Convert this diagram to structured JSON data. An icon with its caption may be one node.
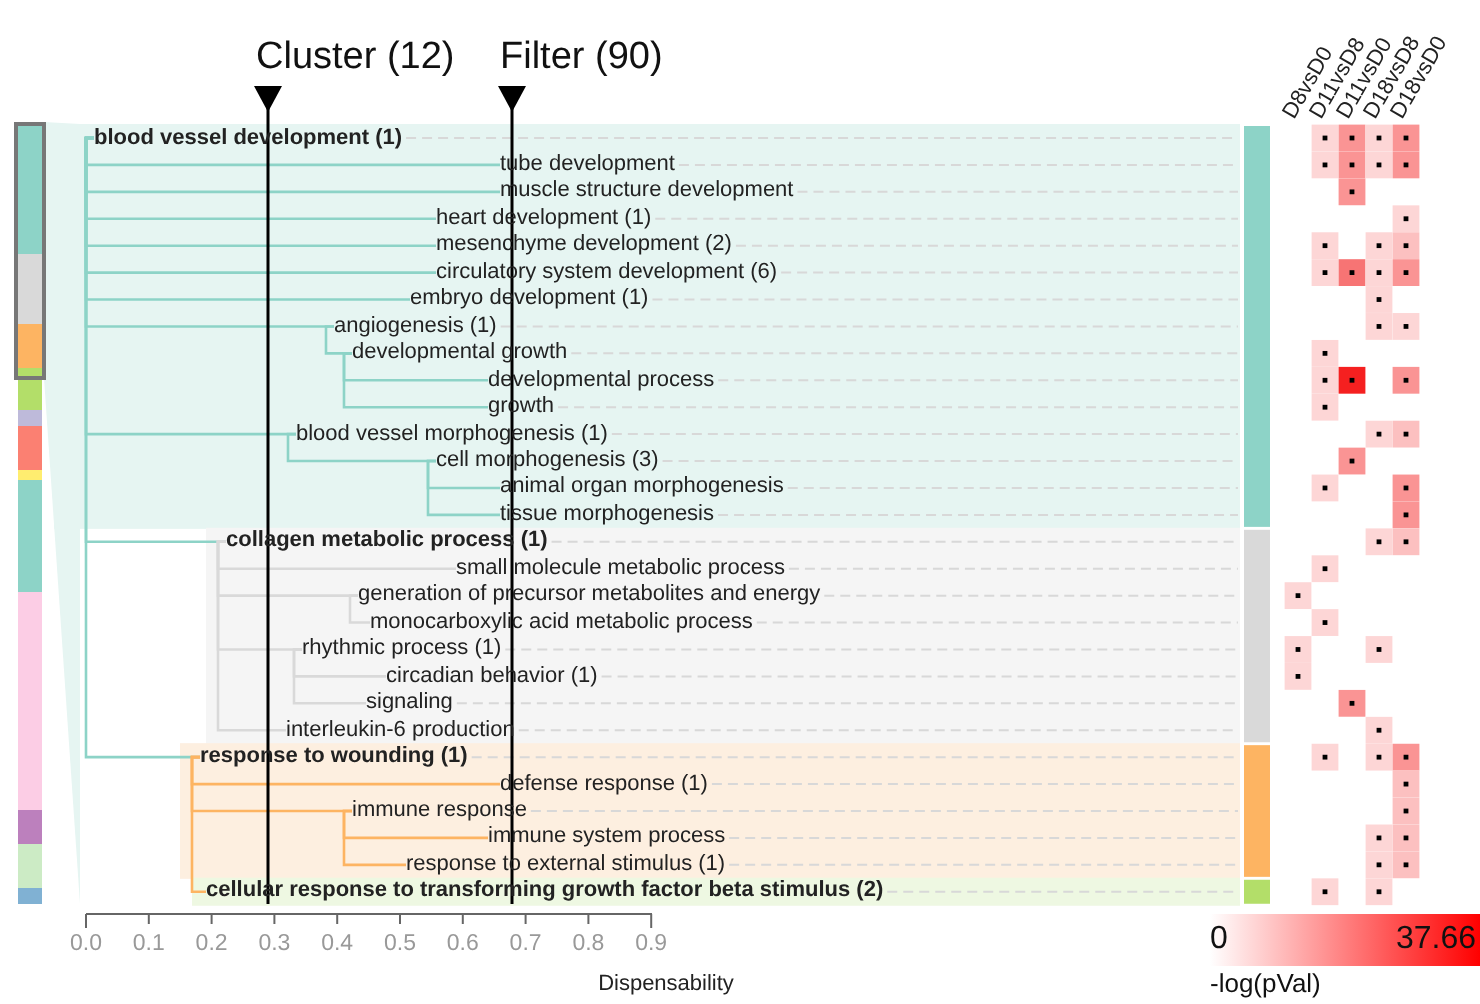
{
  "diagram": {
    "nodes": [
      {
        "text": [
          "blood vessel development (1)"
        ]
      },
      {
        "text": [
          "tube development"
        ]
      },
      {
        "text": [
          "muscle structure development"
        ]
      },
      {
        "text": [
          "heart development (1)"
        ]
      },
      {
        "text": [
          "mesenchyme development (2)"
        ]
      },
      {
        "text": [
          "circulatory system development (6)"
        ]
      },
      {
        "text": [
          "embryo development (1)"
        ]
      },
      {
        "text": [
          "angiogenesis (1)"
        ]
      },
      {
        "text": [
          "developmental growth"
        ]
      },
      {
        "text": [
          "developmental process"
        ]
      },
      {
        "text": [
          "growth"
        ]
      },
      {
        "text": [
          "blood vessel morphogenesis (1)"
        ]
      },
      {
        "text": [
          "cell morphogenesis (3)"
        ]
      },
      {
        "text": [
          "animal organ morphogenesis"
        ]
      },
      {
        "text": [
          "tissue morphogenesis"
        ]
      },
      {
        "text": [
          "collagen metabolic process (1)"
        ]
      },
      {
        "text": [
          "small molecule metabolic process"
        ]
      },
      {
        "text": [
          "generation of precursor metabolites and energy"
        ]
      },
      {
        "text": [
          "monocarboxylic acid metabolic process"
        ]
      },
      {
        "text": [
          "rhythmic process (1)"
        ]
      },
      {
        "text": [
          "circadian behavior (1)"
        ]
      },
      {
        "text": [
          "signaling"
        ]
      },
      {
        "text": [
          "interleukin-6 production"
        ]
      },
      {
        "text": [
          "response to wounding (1)"
        ]
      },
      {
        "text": [
          "defense response (1)"
        ]
      },
      {
        "text": [
          "immune response"
        ]
      },
      {
        "text": [
          "immune system process"
        ]
      },
      {
        "text": [
          "response to external stimulus (1)"
        ]
      },
      {
        "text": [
          "cellular response to transforming growth factor beta stimulus (2)"
        ]
      }
    ],
    "edges": [
      {
        "from": 0,
        "to": 1,
        "arrow": "none"
      },
      {
        "from": 0,
        "to": 2,
        "arrow": "none"
      },
      {
        "from": 0,
        "to": 3,
        "arrow": "none"
      },
      {
        "from": 0,
        "to": 4,
        "arrow": "none"
      },
      {
        "from": 0,
        "to": 5,
        "arrow": "none"
      },
      {
        "from": 0,
        "to": 6,
        "arrow": "none"
      },
      {
        "from": 0,
        "to": 7,
        "arrow": "none"
      },
      {
        "from": 7,
        "to": 8,
        "arrow": "none"
      },
      {
        "from": 8,
        "to": 9,
        "arrow": "none"
      },
      {
        "from": 8,
        "to": 10,
        "arrow": "none"
      },
      {
        "from": 0,
        "to": 11,
        "arrow": "none"
      },
      {
        "from": 11,
        "to": 12,
        "arrow": "none"
      },
      {
        "from": 12,
        "to": 13,
        "arrow": "none"
      },
      {
        "from": 12,
        "to": 14,
        "arrow": "none"
      },
      {
        "from": 0,
        "to": 15,
        "arrow": "none"
      },
      {
        "from": 15,
        "to": 16,
        "arrow": "none",
        "color": "#d9d9d9"
      },
      {
        "from": 15,
        "to": 17,
        "arrow": "none",
        "color": "#d9d9d9"
      },
      {
        "from": 17,
        "to": 18,
        "arrow": "none",
        "color": "#d9d9d9"
      },
      {
        "from": 15,
        "to": 19,
        "arrow": "none",
        "color": "#d9d9d9"
      },
      {
        "from": 19,
        "to": 20,
        "arrow": "none",
        "color": "#d9d9d9"
      },
      {
        "from": 19,
        "to": 21,
        "arrow": "none",
        "color": "#d9d9d9"
      },
      {
        "from": 15,
        "to": 22,
        "arrow": "none",
        "color": "#d9d9d9"
      },
      {
        "from": 0,
        "to": 23,
        "arrow": "none"
      },
      {
        "from": 23,
        "to": 24,
        "arrow": "none",
        "color": "#fdb462"
      },
      {
        "from": 23,
        "to": 25,
        "arrow": "none",
        "color": "#fdb462"
      },
      {
        "from": 25,
        "to": 26,
        "arrow": "none",
        "color": "#fdb462"
      },
      {
        "from": 25,
        "to": 27,
        "arrow": "none",
        "color": "#fdb462"
      },
      {
        "from": 23,
        "to": 28,
        "arrow": "none",
        "color": "#fdb462"
      }
    ],
    "labels": [
      "Cluster (12)",
      "Filter (90)",
      "D8vsD0",
      "D11vsD8",
      "D11vsD0",
      "D18vsD8",
      "D18vsD0",
      "0.0",
      "0.1",
      "0.2",
      "0.3",
      "0.4",
      "0.5",
      "0.6",
      "0.7",
      "0.8",
      "0.9",
      "Dispensability",
      "0",
      "37.66",
      "-log(pVal)"
    ]
  }
}
